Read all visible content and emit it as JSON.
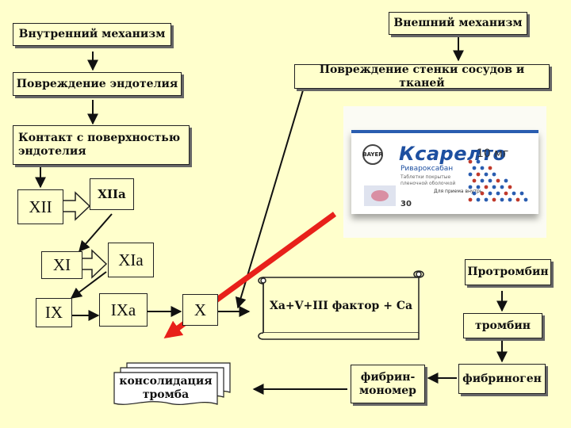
{
  "nodes": {
    "internal": "Внутренний механизм",
    "external": "Внешний механизм",
    "endothelium_damage": "Повреждение эндотелия",
    "vessel_damage": "Повреждение стенки сосудов и тканей",
    "contact": "Контакт с поверхностью эндотелия",
    "xii": "XII",
    "xiia": "XIIa",
    "xi": "XI",
    "xia": "XIa",
    "ix": "IX",
    "ixa": "IXa",
    "x": "X",
    "complex": "Xa+V+III фактор + Ca",
    "prothrombin": "Протромбин",
    "thrombin": "тромбин",
    "fibrinogen": "фибриноген",
    "fibrin_monomer": "фибрин-мономер",
    "consolidation": "консолидация тромба"
  },
  "drug_package": {
    "brand": "Ксарелто",
    "dose": "10 мг",
    "generic": "Ривароксабан",
    "description": "Таблетки покрытые пленочной оболочкой",
    "usage": "Для приема внутрь",
    "count": "30",
    "maker": "BAYER"
  },
  "colors": {
    "background": "#ffffcc",
    "highlight_arrow": "#e8201a",
    "brand_blue": "#1d4fa0"
  }
}
